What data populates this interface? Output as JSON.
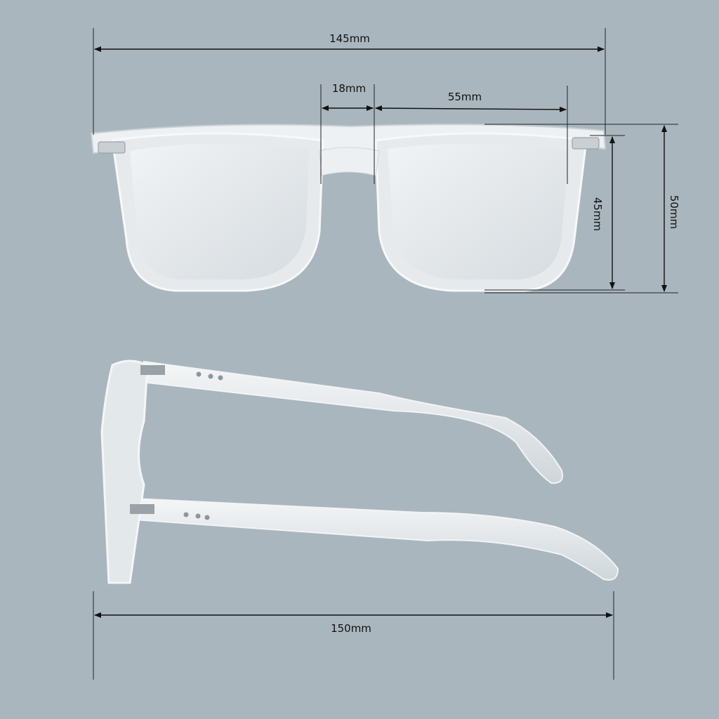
{
  "dimensions": {
    "total_width": "145mm",
    "bridge_width": "18mm",
    "lens_width": "55mm",
    "lens_height": "45mm",
    "frame_height": "50mm",
    "temple_length": "150mm"
  },
  "colors": {
    "background": "#aab6be",
    "frame": "#e8ecef",
    "lens": "#dfe4e8",
    "dimension_line": "#111111"
  }
}
